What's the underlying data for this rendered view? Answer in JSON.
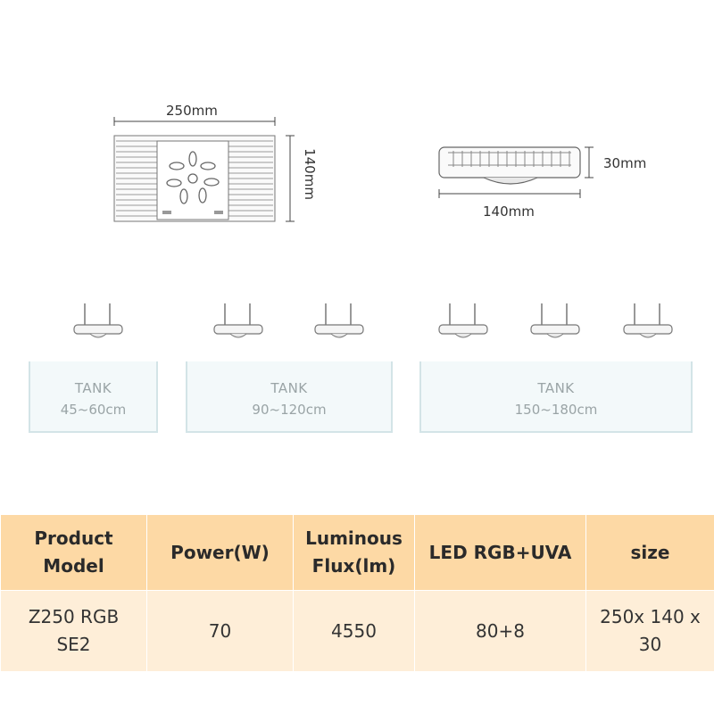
{
  "dimensions": {
    "top_width": "250mm",
    "top_height": "140mm",
    "side_height": "30mm",
    "side_width": "140mm"
  },
  "tanks": [
    {
      "label": "TANK",
      "size": "45~60cm",
      "lamps": 1
    },
    {
      "label": "TANK",
      "size": "90~120cm",
      "lamps": 2
    },
    {
      "label": "TANK",
      "size": "150~180cm",
      "lamps": 3
    }
  ],
  "table": {
    "headers": [
      "Product\nModel",
      "Power(W)",
      "Luminous\nFlux(lm)",
      "LED RGB+UVA",
      "size"
    ],
    "rows": [
      [
        "Z250 RGB\nSE2",
        "70",
        "4550",
        "80+8",
        "250x 140 x\n30"
      ]
    ]
  },
  "colors": {
    "header_bg": "#fdd9a5",
    "row_bg": "#feeed8",
    "tank_bg": "#f3f9fa"
  }
}
